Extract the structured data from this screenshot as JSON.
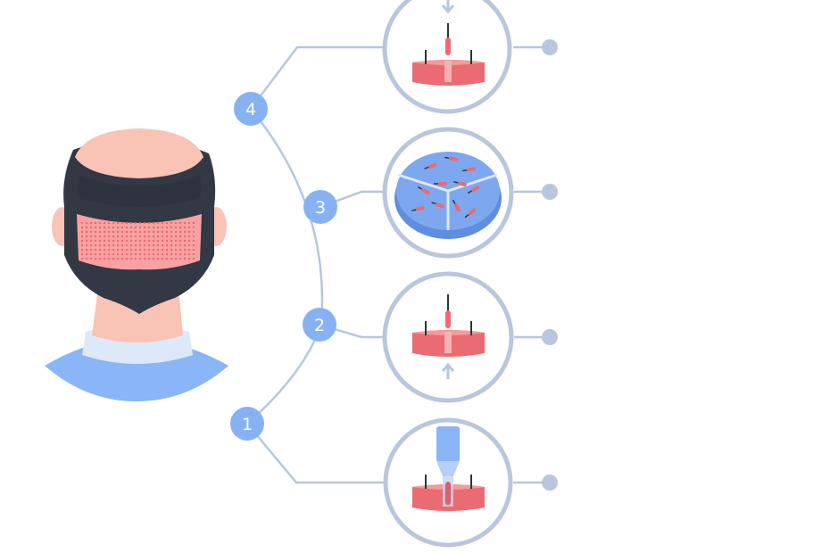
{
  "colors": {
    "line": "#b8c6de",
    "badge": "#86b2f4",
    "skin": "#f9c3b6",
    "hair": "#323844",
    "hair_shadow": "#272c36",
    "graft_zone": "#f7a1a3",
    "graft_dot": "#ee5f6b",
    "collar": "#dde9f9",
    "shirt": "#8ab5f6",
    "tissue": "#eb6b72",
    "tissue_top": "#f49a9a",
    "follicle": "#333333",
    "petri": "#7da8f0",
    "petri_rim": "#5f8ee0",
    "tool": "#8ab5f6"
  },
  "steps": [
    {
      "number": "1",
      "icon": "extraction-punch-icon"
    },
    {
      "number": "2",
      "icon": "follicle-extracted-icon"
    },
    {
      "number": "3",
      "icon": "petri-dish-grafts-icon"
    },
    {
      "number": "4",
      "icon": "follicle-implant-icon"
    }
  ]
}
